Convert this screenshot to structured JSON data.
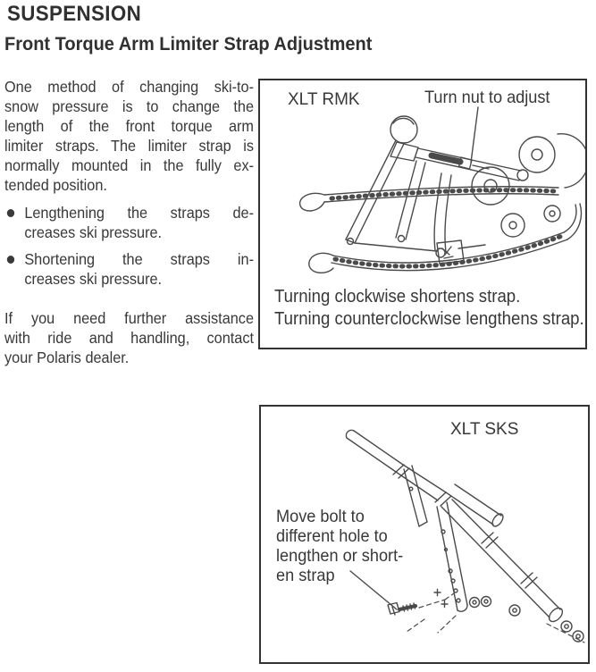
{
  "page": {
    "title": "SUSPENSION",
    "subtitle": "Front Torque Arm Limiter Strap Adjustment"
  },
  "intro": {
    "lines": [
      "One method of changing ski-to-",
      "snow pressure is to change the",
      "length of the front torque arm",
      "limiter straps. The limiter strap is",
      "normally mounted in the fully ex-",
      "tended position."
    ]
  },
  "bullets": [
    {
      "lines": [
        "Lengthening the straps de-",
        "creases ski pressure."
      ]
    },
    {
      "lines": [
        "Shortening the straps in-",
        "creases ski pressure."
      ]
    }
  ],
  "closing": {
    "lines": [
      "If you need further assistance",
      "with ride and handling, contact",
      "your Polaris dealer."
    ]
  },
  "figure_rmk": {
    "model_label": "XLT RMK",
    "callout": "Turn nut to adjust",
    "caption_lines": [
      "Turning clockwise shortens strap.",
      "Turning counterclockwise lengthens strap."
    ]
  },
  "figure_sks": {
    "model_label": "XLT SKS",
    "callout_lines": [
      "Move bolt to",
      "different hole to",
      "lengthen or short-",
      "en strap"
    ]
  },
  "colors": {
    "ink": "#383838",
    "drawing_stroke": "#4a4a4a",
    "figure_border": "#333333",
    "background": "#ffffff"
  }
}
